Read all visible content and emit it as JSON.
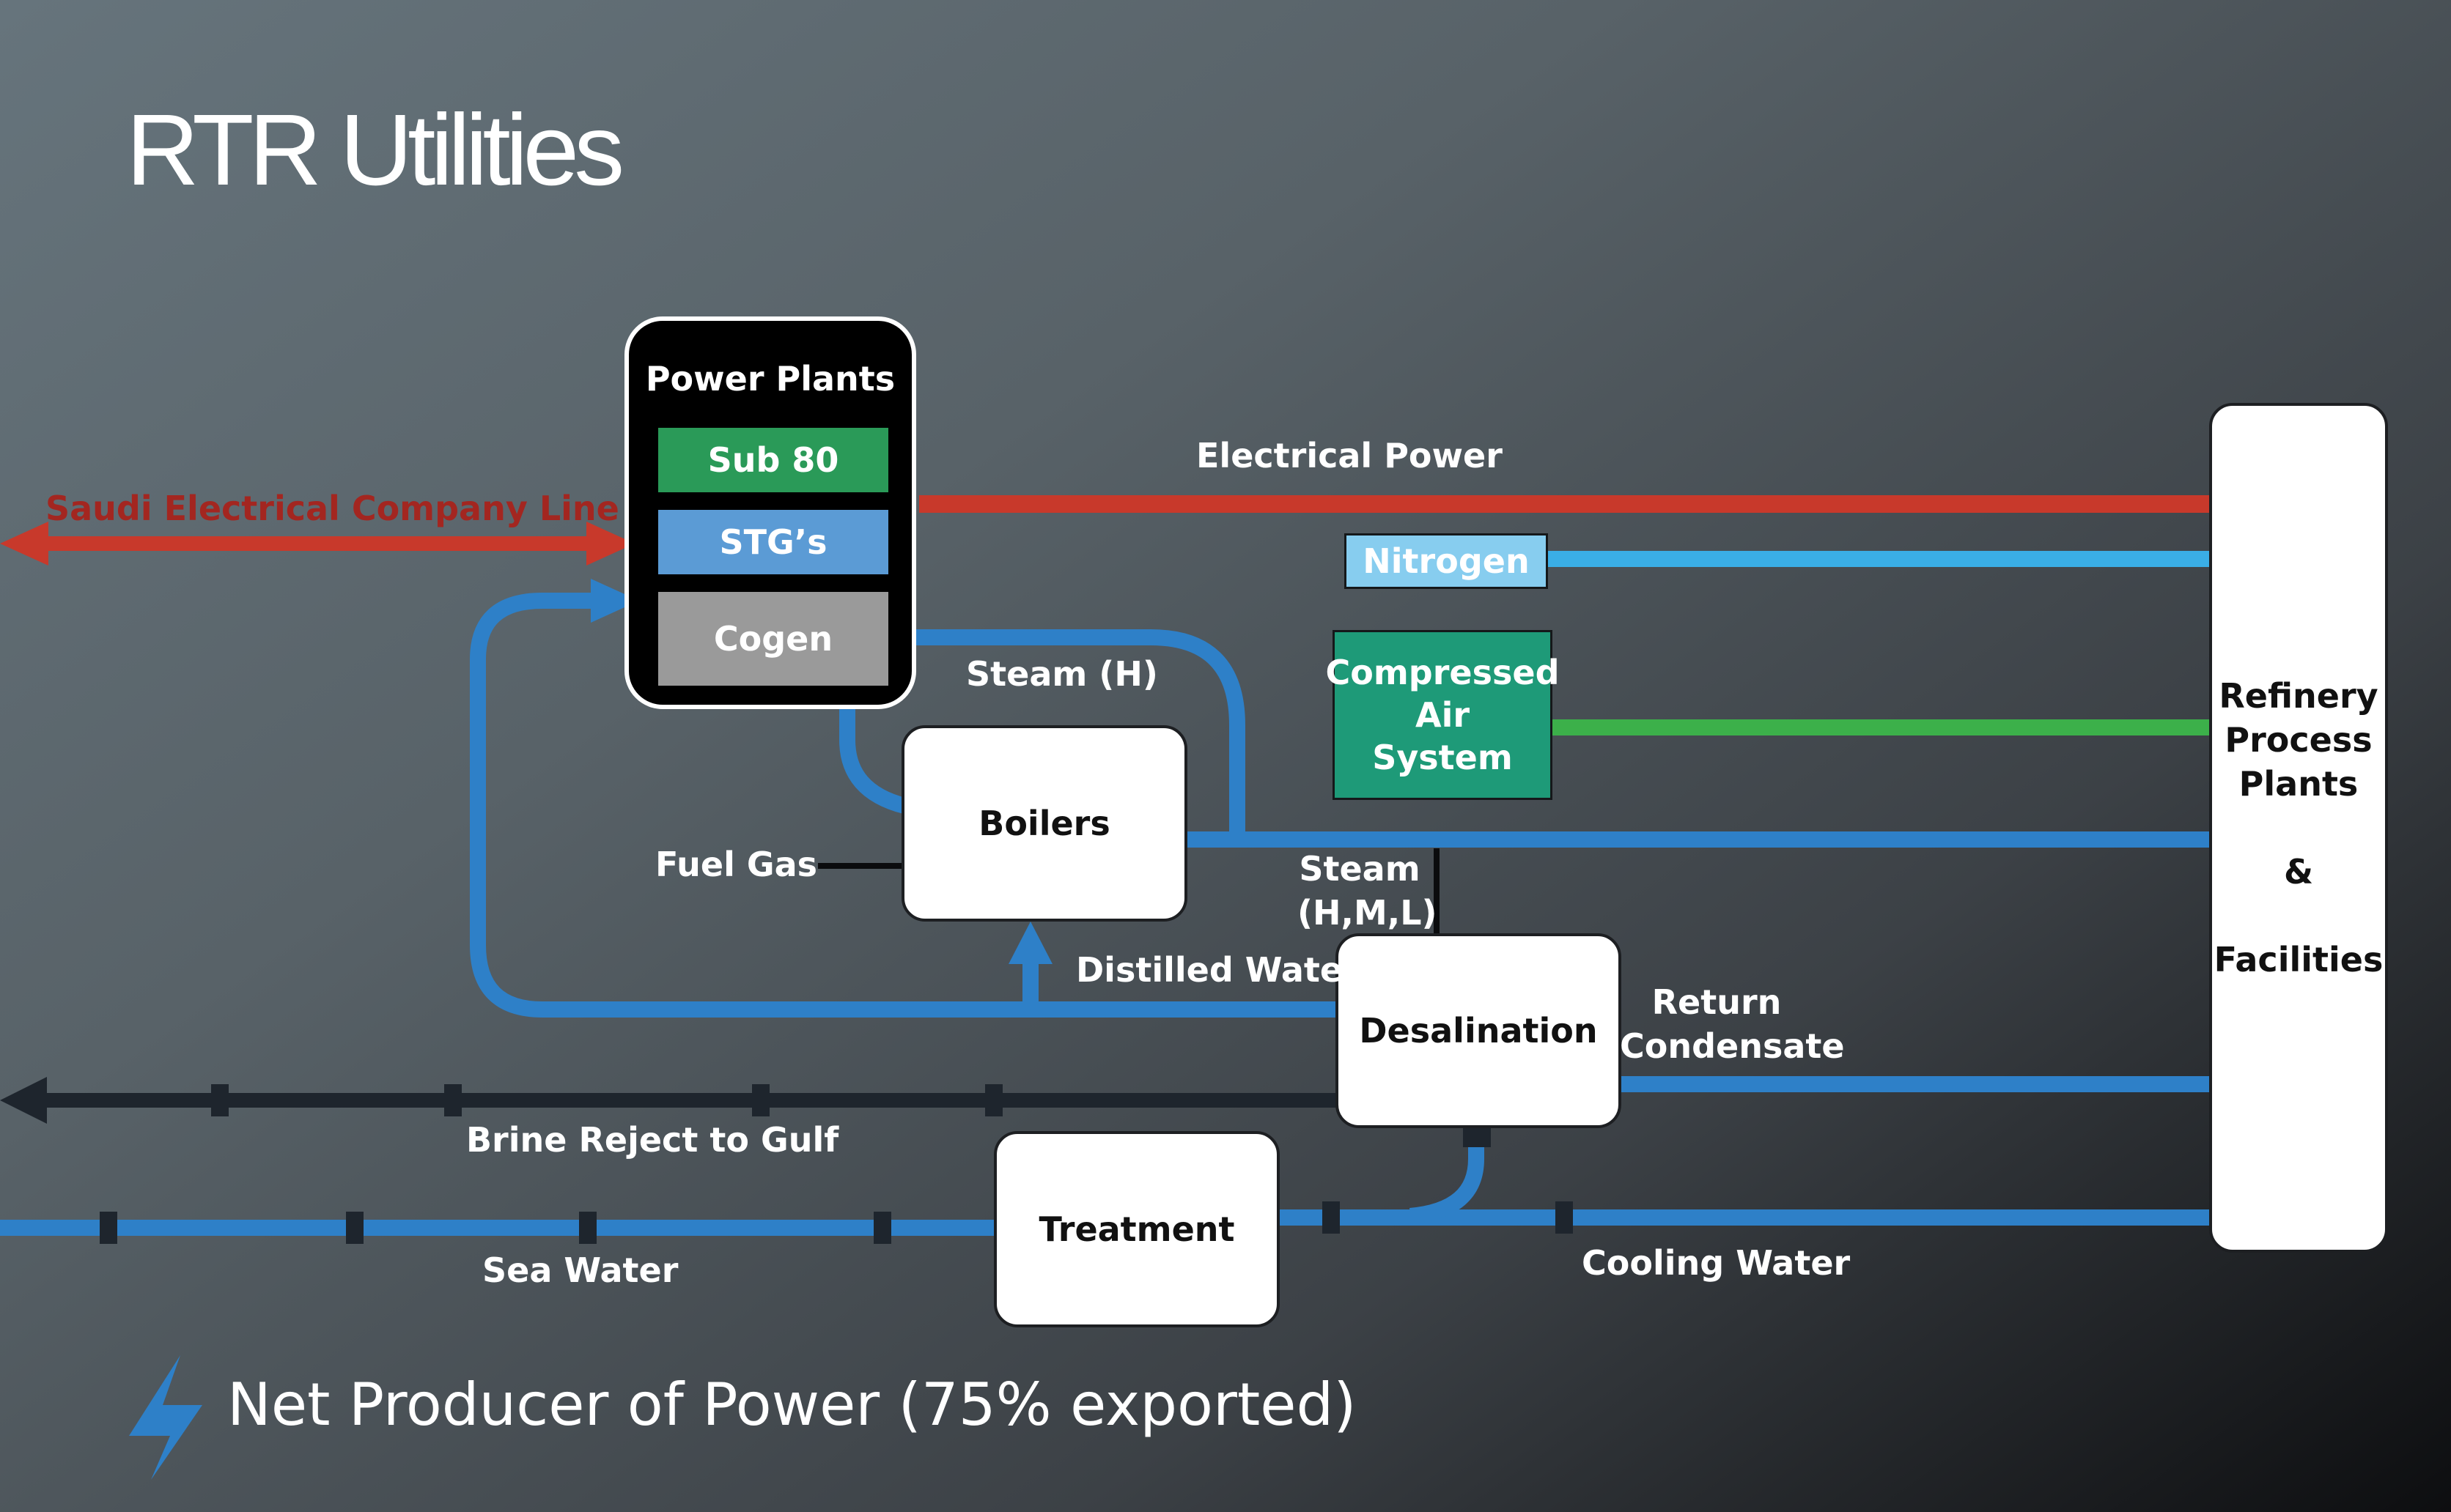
{
  "title": "RTR Utilities",
  "footer": "Net Producer of Power (75% exported)",
  "power_plants": {
    "title": "Power Plants",
    "items": [
      {
        "label": "Sub 80",
        "color": "#2a9a58"
      },
      {
        "label": "STG’s",
        "color": "#5b9bd5"
      },
      {
        "label": "Cogen",
        "color": "#9a9a9a"
      }
    ]
  },
  "boxes": {
    "boilers": "Boilers",
    "desalination": "Desalination",
    "treatment": "Treatment",
    "refinery": "Refinery\nProcess\nPlants\n\n&\n\nFacilities"
  },
  "supply_tags": {
    "nitrogen": "Nitrogen",
    "compressed_air": "Compressed\nAir\nSystem"
  },
  "flow_labels": {
    "saudi_line": "Saudi Electrical Company Line",
    "electrical_power": "Electrical Power",
    "steam_h": "Steam (H)",
    "fuel_gas": "Fuel Gas",
    "steam_hml": "Steam\n(H,M,L)",
    "distilled_water": "Distilled Water",
    "return_condensate": "Return\nCondensate",
    "brine_reject": "Brine Reject to Gulf",
    "sea_water": "Sea Water",
    "cooling_water": "Cooling Water"
  },
  "colors": {
    "electrical": "#c8392b",
    "water": "#2e80c8",
    "nitrogen": "#3aaee6",
    "nitrogen_fill": "#87cdef",
    "compressed_air": "#3cb04a",
    "compressed_air_fill": "#1e9a78",
    "brine": "#1e252d",
    "saudi_text": "#a32620",
    "lightning": "#2e80c8"
  }
}
